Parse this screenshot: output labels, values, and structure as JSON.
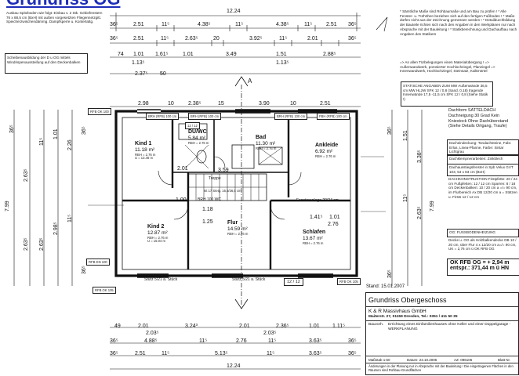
{
  "heading": "Grundriss OG",
  "dims_top": {
    "total": "12.24",
    "row1": [
      "36⁵",
      "2.51",
      "11⁵",
      "4.38⁵",
      "11⁵",
      "4.38⁵",
      "11⁵",
      "2.51",
      "36⁵"
    ],
    "row2": [
      "36⁵",
      "2.51",
      "11⁵",
      "2.63⁵",
      "20",
      "3.92⁵",
      "11⁵",
      "2.01",
      "36⁵"
    ],
    "row3": [
      "74",
      "1.01",
      "1.61⁵",
      "1.01",
      "3.49",
      "1.51",
      "2.88⁵"
    ],
    "row3b": [
      "1.13⁵",
      "1.13⁵"
    ],
    "row4": [
      "2.37⁵",
      "50"
    ],
    "row5": [
      "2.98",
      "10",
      "2.38⁵",
      "15",
      "3.90",
      "10",
      "2.51"
    ]
  },
  "dims_bottom": {
    "row1": [
      "49",
      "2.01",
      "3.24³",
      "2.01",
      "2.36⁵",
      "1.01",
      "1.11⁵"
    ],
    "row1b": [
      "2.03⁵",
      "2.03⁵"
    ],
    "row2": [
      "36⁵",
      "4.88⁵",
      "11⁵",
      "2.76",
      "11⁵",
      "3.63⁵",
      "36⁵"
    ],
    "row3": [
      "36⁵",
      "2.51",
      "11⁵",
      "5.13⁵",
      "11⁵",
      "3.63⁵",
      "36⁵"
    ],
    "total": "12.24"
  },
  "dims_left": [
    "36⁵",
    "2.63⁵",
    "11⁵",
    "1.01",
    "2.26",
    "36⁵",
    "7.99",
    "2.63⁵",
    "2.63⁵",
    "2.98⁵",
    "11⁵",
    "36⁵"
  ],
  "dims_right": [
    "36⁵",
    "1.51",
    "2.63⁵",
    "11⁵",
    "3.38⁵",
    "36⁵",
    "7.99"
  ],
  "notes_left": {
    "box1": "Ausbau Spitzboden wie folgt: Einbau v. 2 Stk. Gebiefenstern 76 x 88,5 cm (BxH) mit außen vorgesetzten Fliegennetzgitt. Speicherzwischendämmg. Dampfsperre u. Konterlattg.",
    "box2": "Scheibenausbildung der D u OG mittels Windrispenaussteifung auf den Deckenbalken"
  },
  "notes_right": {
    "list1": "* Sämtliche Maße sind Rohbaumaße und am Bau zu prüfen ! * Alle Fenster- u. Türhöhen beziehen sich auf den fertigen Fußboden ! * Maße dürfen nicht aus der Zeichnung gemessen werden ! * Detaildurchbildung der Bauteile richten sich nach den Angaben in den Werkplänen nur nach Absprache mit der Bauleitung ! * Statikberechnung und Dachaufbau nach Angaben des Statikers",
    "list2": "=> An allen Türbelegungen einen Materialübergang ! => Außenwandwerk, porosierter Hochlochziegel, Planziegel => Innenwandwerk, Hochlochziegel, Steinsatz, Kalkmörtel",
    "stat": "STATISCHE ANGABEN ZUM MW Außenwände 36,5 cm MW HLzW SFK 12 / 0,8 (Sand. 0,18) tragende Innenwände 17,5 -11,5 cm SFK 12 / 0,8 (Siehe Statik !)",
    "roof": "Dachform SATTELDACH Dachneigung 30 Grad Kein Kniestock Ohne Dachüberstand (Siehe Details Ortgang, Traufe)",
    "roof_box1": "Dacheindeckung: Tondachsteine, Fabr. Erlus, Linea-Pfanne, Farbe: Sintar Lichtgrau",
    "roof_box2": "Dachklempnerarbeiten: Zinkblech",
    "roof_box3": "Dachausstiegsfenster in Spb Velux GVT 103, 54 x 83 cm (BxH)",
    "construction": "DACHKONSTRUKTION Firstpfette: 20 / 24 cm Fußpfetten: 12 / 12 cm Sparren: 8 / 18 cm Deckenbalken: 10 / 20 cm a =/= 90 cm, im Flurbereich Ax DB 12/20 cm a = Stützen u. Firsts 12 / 12 cm",
    "og_floor": "OG: FUSSBODENHEIZUNG",
    "ceiling": "Decke u. OG als Holzbalkendecke DB 10 / 20 cm, über Flur 4 x 12/20 cm a=/= 90 cm, UK = 2,76 cm ü OK RFB OG",
    "height": "OK RFB OG = + 2,94 m",
    "height2": "entspr.: 371,44 m ü HN"
  },
  "title_block": {
    "stand": "Stand: 15.01.2007",
    "drawing": "Grundriss  Obergeschoss",
    "company": "K & R Massivhaus GmbH",
    "address": "Maiterstr. 27, 01159 Dresden, Tel.: 0351 / 411 50 35",
    "project_label": "Bauvorh.",
    "project": "Errichtung eines Einfamilienhauses ohne Keller und einer Doppelgarage - WERKPLANUNG",
    "scale": "Maßstab 1:50",
    "date": "Datum: 23.10.2006",
    "ref": "AZ: 096106",
    "sheet": "Blatt Nr.",
    "footer": "Änderungen in der Planung nur in Absprache mit der Bauleitung ! Die eingetragenen Flächen in den Räumen sind Rohbau-Grundflächen"
  },
  "rooms": [
    {
      "name": "Kind 1",
      "area": "11.18 m²",
      "extra": "RBH = 2.76 m\nU = 13.46 m"
    },
    {
      "name": "DU/WC",
      "area": "5.84 m²",
      "extra": "RBH = 2.76 m"
    },
    {
      "name": "Bad",
      "area": "11.30 m²",
      "extra": "RBH = 2.76 m"
    },
    {
      "name": "Ankleide",
      "area": "6.92 m²",
      "extra": "RBH = 2.76 m"
    },
    {
      "name": "Kind 2",
      "area": "12.87 m²",
      "extra": "RBH = 2.76 m\nU = 15.04 m"
    },
    {
      "name": "Flur",
      "area": "14.59 m²",
      "extra": "RBH = 2.76 m"
    },
    {
      "name": "Schlafen",
      "area": "13.67 m²",
      "extra": "RBH = 2.76 m"
    }
  ],
  "plan_labels": {
    "rfb_top": "RFB OK 100",
    "rfb_bottom": "RFB OK 105",
    "brh1": "BRH (RFB) 100 cm",
    "brh2": "BRH (RFB) 100 cm",
    "brh3": "BRH (RFB) 100 cm",
    "brh4": "FBH (RFB) 100 cm",
    "stair": "Treppe",
    "stair_steps": "Ist 17 Steig. 16,5/26,5 cm",
    "dim_359": "3.59",
    "dim_118": "1.18",
    "dim_100": "1.00",
    "dim_201": "2.01",
    "dim_125": "1.25",
    "dim_141": "1.41⁵",
    "dim_276": "2.76",
    "dim_101": "1.01",
    "brh_wc": "BRH 100 WC",
    "section_a": "A",
    "fenster": "Fensteranlage 20/24 cm",
    "sturz1": "Sturz 5/21 a. Stück",
    "sturz2": "Sturz 5/21 a. Stück",
    "badge": "12 / 12",
    "badge2": "12 / 12",
    "og105": "RFB OK 105",
    "dn100": "RFB DN 100"
  }
}
